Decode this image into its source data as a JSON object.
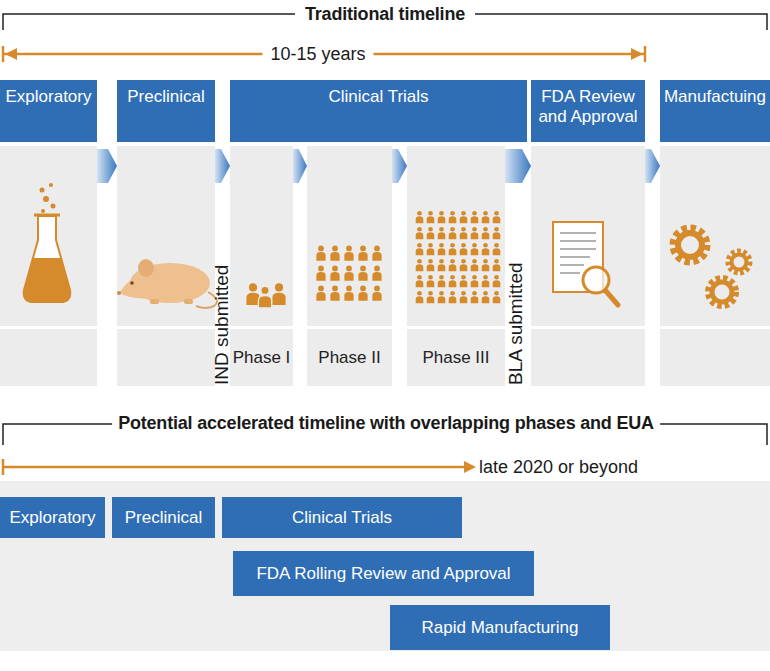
{
  "diagram": {
    "nodes": [
      {
        "text": [
          "Exploratory"
        ]
      },
      {
        "text": [
          "Preclinical"
        ]
      },
      {
        "text": [
          "Clinical Trials"
        ]
      },
      {
        "text": [
          "Phase I"
        ]
      },
      {
        "text": [
          "Phase II"
        ]
      },
      {
        "text": [
          "Phase III"
        ]
      },
      {
        "text": [
          "FDA Review and Approval"
        ]
      },
      {
        "text": [
          "Manufactuing"
        ]
      },
      {
        "text": [
          "Exploratory"
        ]
      },
      {
        "text": [
          "Preclinical"
        ]
      },
      {
        "text": [
          "Clinical Trials"
        ]
      },
      {
        "text": [
          "FDA Rolling Review and Approval"
        ]
      },
      {
        "text": [
          "Rapid Manufacturing"
        ]
      }
    ],
    "edges": [
      {
        "from": 0,
        "to": 1,
        "arrow": "to"
      },
      {
        "from": 1,
        "to": 3,
        "arrow": "to"
      },
      {
        "from": 3,
        "to": 4,
        "arrow": "to"
      },
      {
        "from": 4,
        "to": 5,
        "arrow": "to"
      },
      {
        "from": 5,
        "to": 6,
        "arrow": "to"
      },
      {
        "from": 6,
        "to": 7,
        "arrow": "to"
      }
    ],
    "labels": [
      "Traditional timeline",
      "10-15 years",
      "IND submitted",
      "BLA submitted",
      "Potential accelerated timeline with overlapping phases and EUA",
      "late 2020 or beyond"
    ]
  }
}
